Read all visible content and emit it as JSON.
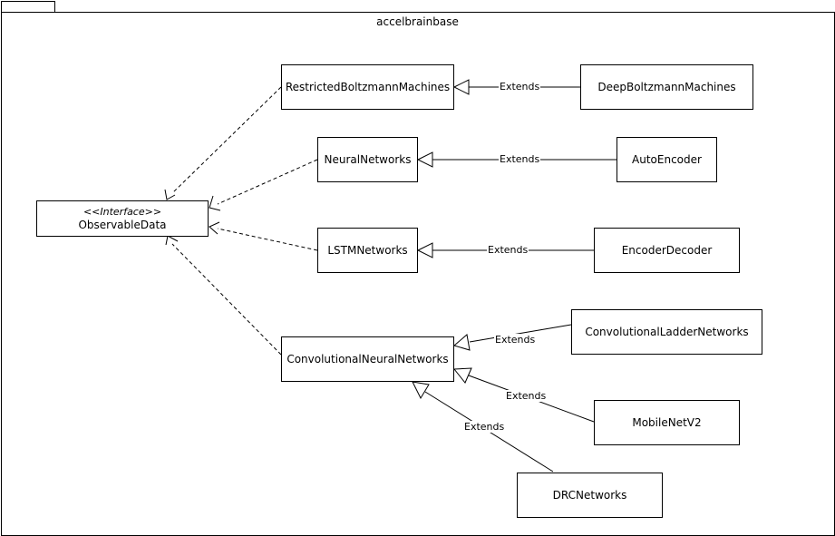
{
  "package": {
    "name": "accelbrainbase"
  },
  "interface": {
    "stereotype": "<<Interface>>",
    "name": "ObservableData"
  },
  "classes": {
    "rbm": "RestrictedBoltzmannMachines",
    "nn": "NeuralNetworks",
    "lstm": "LSTMNetworks",
    "cnn": "ConvolutionalNeuralNetworks",
    "dbm": "DeepBoltzmannMachines",
    "ae": "AutoEncoder",
    "ed": "EncoderDecoder",
    "cln": "ConvolutionalLadderNetworks",
    "mnv2": "MobileNetV2",
    "drc": "DRCNetworks"
  },
  "relations": {
    "dbm_rbm": "Extends",
    "ae_nn": "Extends",
    "ed_lstm": "Extends",
    "cln_cnn": "Extends",
    "mnv2_cnn": "Extends",
    "drc_cnn": "Extends"
  }
}
